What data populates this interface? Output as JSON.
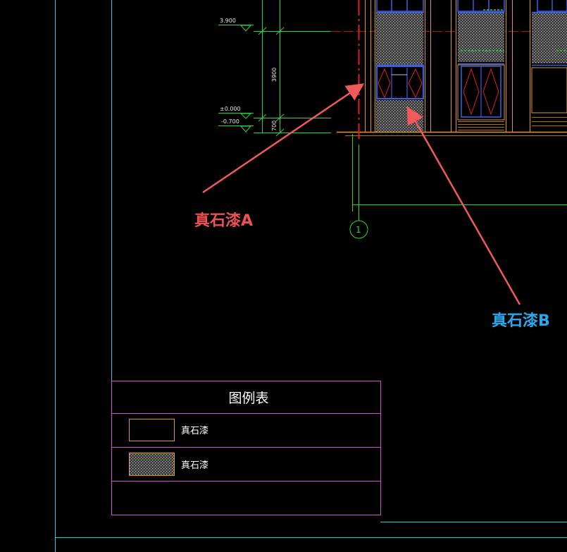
{
  "colors": {
    "background": "#000000",
    "frame": "#35c7d6",
    "dim_green": "#27d63a",
    "wall_orange": "#e39a25",
    "axis_red": "#e02020",
    "window_blue": "#3a5fe8",
    "legend_border": "#d04fd6",
    "legend_text": "#ffffff",
    "label_a": "#f05050",
    "label_b": "#2aa8ef",
    "arrow": "#f25a5a"
  },
  "elevation": {
    "level_1": "3.900",
    "level_2": "±0.000",
    "level_3": "-0.700",
    "dim_1": "3900",
    "dim_2": "700",
    "axis_number": "1"
  },
  "annotations": {
    "label_a": "真石漆A",
    "label_b": "真石漆B"
  },
  "legend": {
    "title": "图例表",
    "rows": [
      {
        "swatch": "plain",
        "text": "真石漆"
      },
      {
        "swatch": "hatched",
        "text": "真石漆"
      }
    ]
  }
}
